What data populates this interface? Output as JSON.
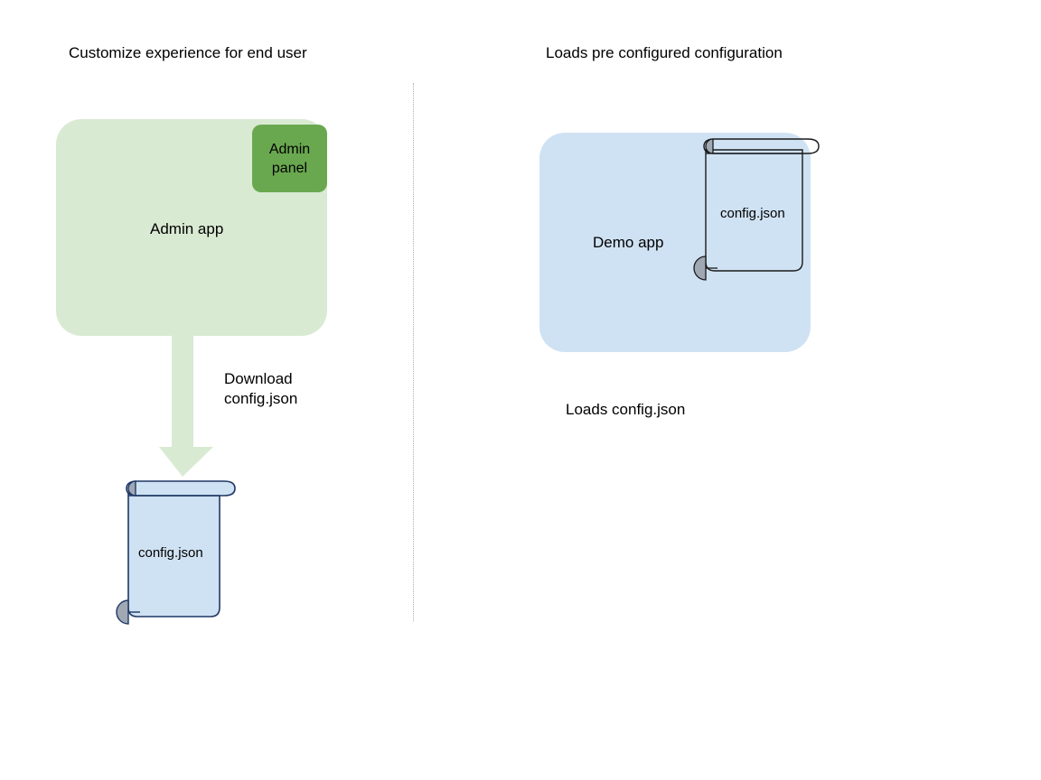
{
  "diagram": {
    "columns": [
      {
        "id": "left",
        "title": "Customize experience for end user"
      },
      {
        "id": "right",
        "title": "Loads pre configured configuration"
      }
    ],
    "divider": {
      "style": "dotted-vertical"
    },
    "left_column": {
      "app_box": {
        "label": "Admin app",
        "fill": "#d9ead3"
      },
      "chip": {
        "label_line1": "Admin",
        "label_line2": "panel",
        "fill": "#6aa84f"
      },
      "arrow": {
        "label_line1": "Download",
        "label_line2": "config.json",
        "fill": "#d9ead3",
        "direction": "down"
      },
      "document": {
        "label": "config.json",
        "fill": "#cfe2f3",
        "stroke": "#1f3864",
        "curl_fill": "#a0a8b4"
      }
    },
    "right_column": {
      "app_box": {
        "label": "Demo app",
        "fill": "#cfe2f3"
      },
      "document": {
        "label": "config.json",
        "fill": "none",
        "stroke": "#1a1a1a",
        "curl_fill": "#a0a8b4"
      },
      "caption": "Loads config.json"
    }
  }
}
